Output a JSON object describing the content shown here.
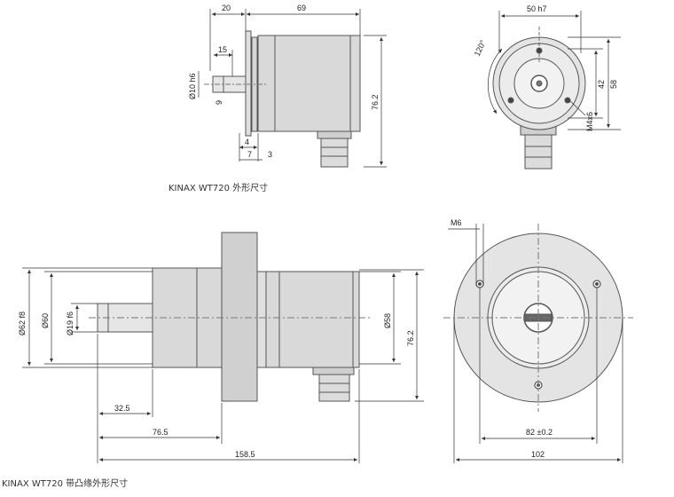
{
  "captions": {
    "top": "KINAX WT720 外形尺寸",
    "bottom": "KINAX WT720 带凸缘外形尺寸"
  },
  "top_side": {
    "dim_20": "20",
    "dim_69": "69",
    "dim_15": "15",
    "dim_shaft_dia": "Ø10 h6",
    "dim_9": "9",
    "dim_height": "76.2",
    "dim_4": "4",
    "dim_7": "7",
    "dim_3": "3"
  },
  "top_front": {
    "dim_50h7": "50 h7",
    "dim_120": "120°",
    "dim_42": "42",
    "dim_58": "58",
    "dim_m4x6": "M4x6"
  },
  "bottom_side": {
    "dim_62": "Ø62 f8",
    "dim_60": "Ø60",
    "dim_19": "Ø19 f6",
    "dim_58": "Ø58",
    "dim_762": "76.2",
    "dim_325": "32.5",
    "dim_765": "76.5",
    "dim_1585": "158.5"
  },
  "bottom_front": {
    "dim_m6": "M6",
    "dim_82": "82 ±0.2",
    "dim_102": "102"
  },
  "colors": {
    "body_fill": "#d9d9d9",
    "body_light": "#e8e8e8",
    "outline": "#555555",
    "dim_line": "#333333"
  }
}
